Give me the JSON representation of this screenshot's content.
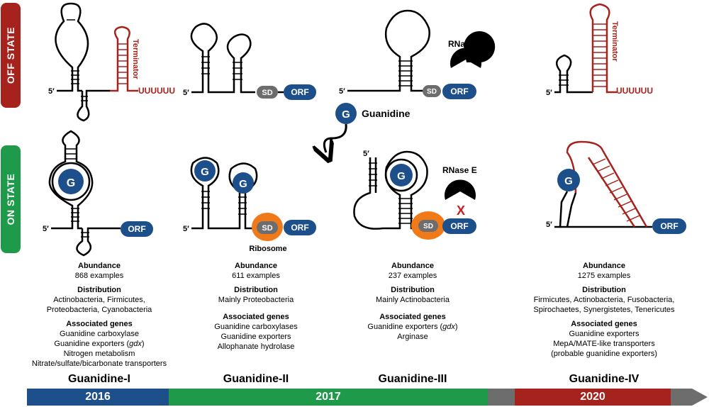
{
  "states": {
    "off": "OFF STATE",
    "on": "ON STATE"
  },
  "labels": {
    "terminator": "Terminator",
    "five_prime": "5′",
    "uuu": "UUUUUU",
    "sd": "SD",
    "orf": "ORF",
    "g": "G",
    "guanidine": "Guanidine",
    "rnase": "RNase E",
    "ribosome": "Ribosome",
    "x_mark": "X"
  },
  "colors": {
    "blue": "#1d4f8a",
    "red": "#a6221c",
    "green": "#1f9a4a",
    "orange": "#f07a1a",
    "grey": "#6d6d6d"
  },
  "riboswitches": [
    {
      "name": "Guanidine-I",
      "abundance_h": "Abundance",
      "abundance": "868 examples",
      "distribution_h": "Distribution",
      "distribution": [
        "Actinobacteria, Firmicutes,",
        "Proteobacteria, Cyanobacteria"
      ],
      "genes_h": "Associated genes",
      "genes": [
        "Guanidine carboxylase",
        "Guanidine exporters (gdx)",
        "Nitrogen metabolism",
        "Nitrate/sulfate/bicarbonate transporters"
      ]
    },
    {
      "name": "Guanidine-II",
      "abundance_h": "Abundance",
      "abundance": "611 examples",
      "distribution_h": "Distribution",
      "distribution": [
        "Mainly Proteobacteria"
      ],
      "genes_h": "Associated genes",
      "genes": [
        "Guanidine carboxylases",
        "Guanidine exporters",
        "Allophanate hydrolase"
      ]
    },
    {
      "name": "Guanidine-III",
      "abundance_h": "Abundance",
      "abundance": "237 examples",
      "distribution_h": "Distribution",
      "distribution": [
        "Mainly Actinobacteria"
      ],
      "genes_h": "Associated genes",
      "genes": [
        "Guanidine exporters (gdx)",
        "Arginase"
      ]
    },
    {
      "name": "Guanidine-IV",
      "abundance_h": "Abundance",
      "abundance": "1275 examples",
      "distribution_h": "Distribution",
      "distribution": [
        "Firmicutes, Actinobacteria, Fusobacteria,",
        "Spirochaetes, Synergistetes, Tenericutes"
      ],
      "genes_h": "Associated genes",
      "genes": [
        "Guanidine exporters",
        "MepA/MATE-like transporters",
        "(probable guanidine exporters)"
      ]
    }
  ],
  "timeline": {
    "y2016": "2016",
    "y2017": "2017",
    "y2020": "2020"
  }
}
